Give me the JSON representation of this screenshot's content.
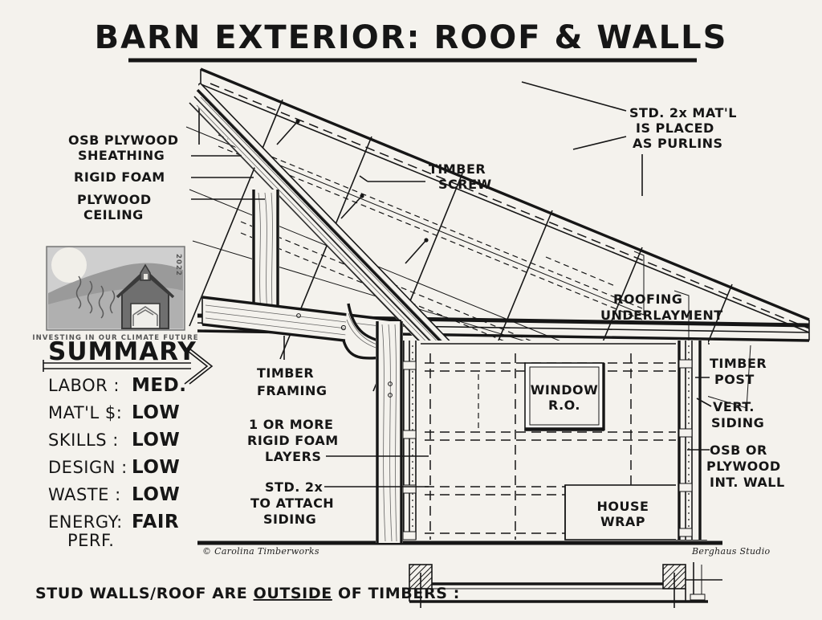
{
  "title": "BARN EXTERIOR: ROOF & WALLS",
  "colors": {
    "background": "#f4f2ed",
    "ink": "#161616",
    "illustration_mid": "#9a9a9a",
    "illustration_dark": "#6f6f6f",
    "illustration_light": "#c9c9c9"
  },
  "summary": {
    "heading": "SUMMARY",
    "illustration_caption": "INVESTING IN OUR CLIMATE FUTURE",
    "illustration_year": "2022",
    "rows": [
      {
        "key": "LABOR :",
        "value": "MED."
      },
      {
        "key": "MAT'L $:",
        "value": "LOW"
      },
      {
        "key": "SKILLS :",
        "value": "LOW"
      },
      {
        "key": "DESIGN :",
        "value": "LOW"
      },
      {
        "key": "WASTE  :",
        "value": "LOW"
      },
      {
        "key": "ENERGY:",
        "value": "FAIR"
      }
    ],
    "energy_second_line": "PERF."
  },
  "labels": {
    "osb_sheathing_l1": "OSB PLYWOOD",
    "osb_sheathing_l2": "SHEATHING",
    "rigid_foam": "RIGID FOAM",
    "plywood_ceiling_l1": "PLYWOOD",
    "plywood_ceiling_l2": "CEILING",
    "timber_screw_l1": "TIMBER",
    "timber_screw_l2": "SCREW",
    "purlins_l1": "STD. 2x MAT'L",
    "purlins_l2": "IS PLACED",
    "purlins_l3": "AS PURLINS",
    "underlayment_l1": "ROOFING",
    "underlayment_l2": "UNDERLAYMENT",
    "timber_framing_l1": "TIMBER",
    "timber_framing_l2": "FRAMING",
    "foam_layers_l1": "1 OR MORE",
    "foam_layers_l2": "RIGID FOAM",
    "foam_layers_l3": "LAYERS",
    "std2x_l1": "STD. 2x",
    "std2x_l2": "TO ATTACH",
    "std2x_l3": "SIDING",
    "window_l1": "WINDOW",
    "window_l2": "R.O.",
    "house_wrap_l1": "HOUSE",
    "house_wrap_l2": "WRAP",
    "timber_post_l1": "TIMBER",
    "timber_post_l2": "POST",
    "vert_siding_l1": "VERT.",
    "vert_siding_l2": "SIDING",
    "int_wall_l1": "OSB OR",
    "int_wall_l2": "PLYWOOD",
    "int_wall_l3": "INT. WALL"
  },
  "footer": {
    "copyright": "© Carolina Timberworks",
    "studio": "Berghaus Studio",
    "note_before": "STUD WALLS/ROOF ARE ",
    "note_emphasis": "OUTSIDE",
    "note_after": " OF TIMBERS :"
  }
}
